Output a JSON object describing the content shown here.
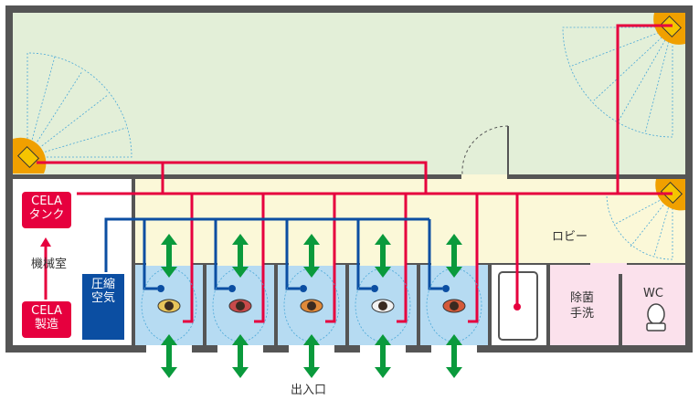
{
  "labels": {
    "cela_tank": [
      "CELA",
      "タンク"
    ],
    "machine_room": "機械室",
    "cela_production": [
      "CELA",
      "製造"
    ],
    "compressed_air": [
      "圧縮",
      "空気"
    ],
    "lobby": "ロビー",
    "sanitize": [
      "除菌",
      "手洗"
    ],
    "wc": "WC",
    "entrance": "出入口"
  },
  "colors": {
    "hall_floor": "#e3efd8",
    "corridor_floor": "#fbf8d8",
    "booth_floor": "#b6dbf2",
    "restroom_floor": "#fbe1ec",
    "wall": "#555555",
    "cela_line": "#e6003e",
    "air_line": "#0b4ea2",
    "airflow_arrow": "#0a9a3c",
    "sensor": "#f0a000"
  },
  "icons": {
    "sensor": "sensor-icon",
    "airflow": "airflow-arrow-icon",
    "person": "person-icon",
    "toilet": "toilet-icon",
    "door": "door-icon"
  }
}
